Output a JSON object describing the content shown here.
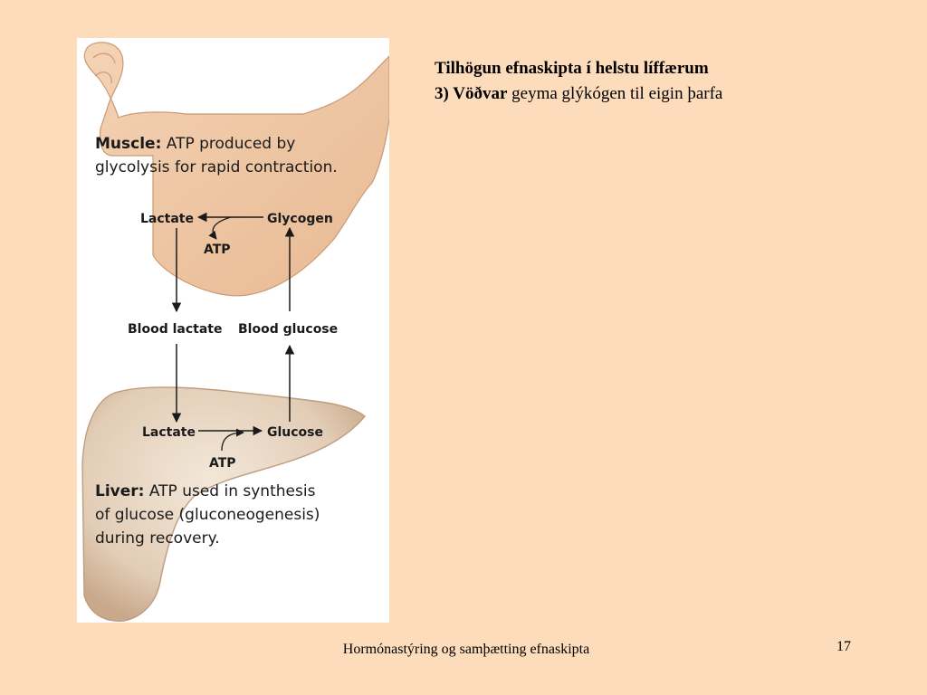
{
  "slide": {
    "heading_title": "Tilhögun efnaskipta í helstu líffærum",
    "heading_line2_bold": "3) Vöðvar",
    "heading_line2_rest": " geyma glýkógen til eigin þarfa",
    "footer_text": "Hormónastýring og samþætting efnaskipta",
    "page_number": "17"
  },
  "figure": {
    "muscle_title": "Muscle:",
    "muscle_desc_1": " ATP produced by",
    "muscle_desc_2": "glycolysis for rapid contraction.",
    "muscle_lactate": "Lactate",
    "muscle_glycogen": "Glycogen",
    "muscle_atp": "ATP",
    "blood_lactate": "Blood lactate",
    "blood_glucose": "Blood glucose",
    "liver_lactate": "Lactate",
    "liver_glucose": "Glucose",
    "liver_atp": "ATP",
    "liver_title": "Liver:",
    "liver_desc_1": " ATP used in synthesis",
    "liver_desc_2": "of glucose (gluconeogenesis)",
    "liver_desc_3": "during recovery."
  }
}
